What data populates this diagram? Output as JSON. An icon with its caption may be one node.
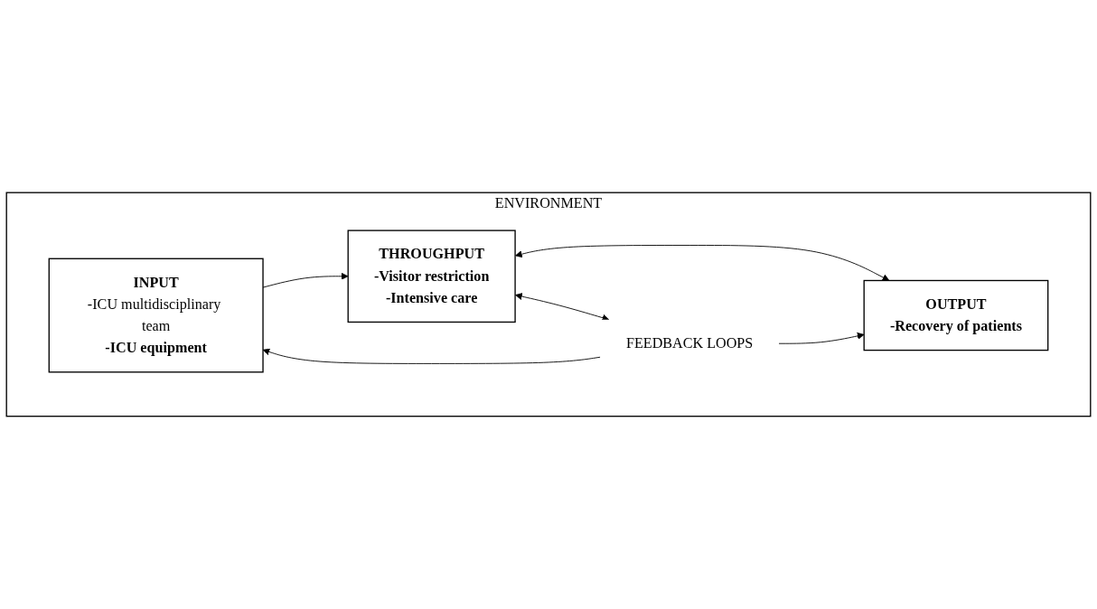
{
  "diagram": {
    "nodes": [
      {
        "text": [
          "ENVIRONMENT"
        ]
      },
      {
        "text": [
          "INPUT",
          "-ICU multidisciplinary team",
          "-ICU equipment"
        ],
        "in": 0
      },
      {
        "text": [
          "THROUGHPUT",
          "-Visitor restriction",
          "-Intensive care"
        ],
        "in": 0
      },
      {
        "text": [
          "OUTPUT",
          "-Recovery of patients"
        ],
        "in": 0
      },
      {
        "text": [
          "FEEDBACK LOOPS"
        ],
        "in": 0
      }
    ],
    "edges": [
      {
        "from": 1,
        "to": 2,
        "arrow": "to"
      },
      {
        "from": 2,
        "to": 3,
        "arrow": "both"
      },
      {
        "from": 2,
        "to": 4,
        "arrow": "both"
      },
      {
        "from": 4,
        "to": 1,
        "arrow": "to"
      },
      {
        "from": 4,
        "to": 3,
        "arrow": "to"
      }
    ]
  }
}
